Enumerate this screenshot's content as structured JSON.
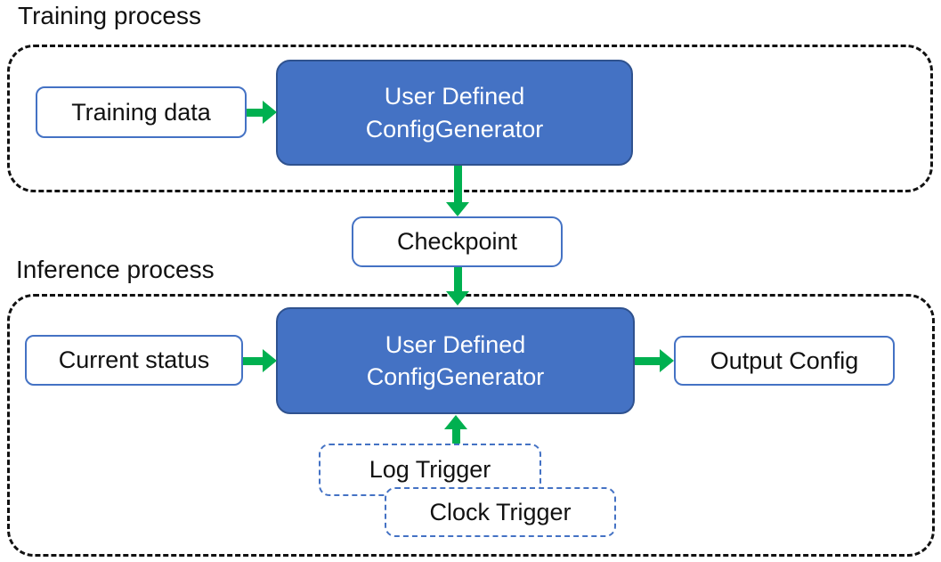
{
  "colors": {
    "accent_blue": "#4472C4",
    "accent_blue_dark": "#2F528F",
    "green": "#00B050",
    "ink": "#111111",
    "paper": "#FFFFFF"
  },
  "training": {
    "section_label": "Training process",
    "input_box": "Training data",
    "generator_box": {
      "line1": "User Defined",
      "line2": "ConfigGenerator"
    }
  },
  "checkpoint": {
    "label": "Checkpoint"
  },
  "inference": {
    "section_label": "Inference process",
    "input_box": "Current status",
    "generator_box": {
      "line1": "User Defined",
      "line2": "ConfigGenerator"
    },
    "output_box": "Output Config",
    "triggers": [
      "Log Trigger",
      "Clock Trigger"
    ]
  }
}
